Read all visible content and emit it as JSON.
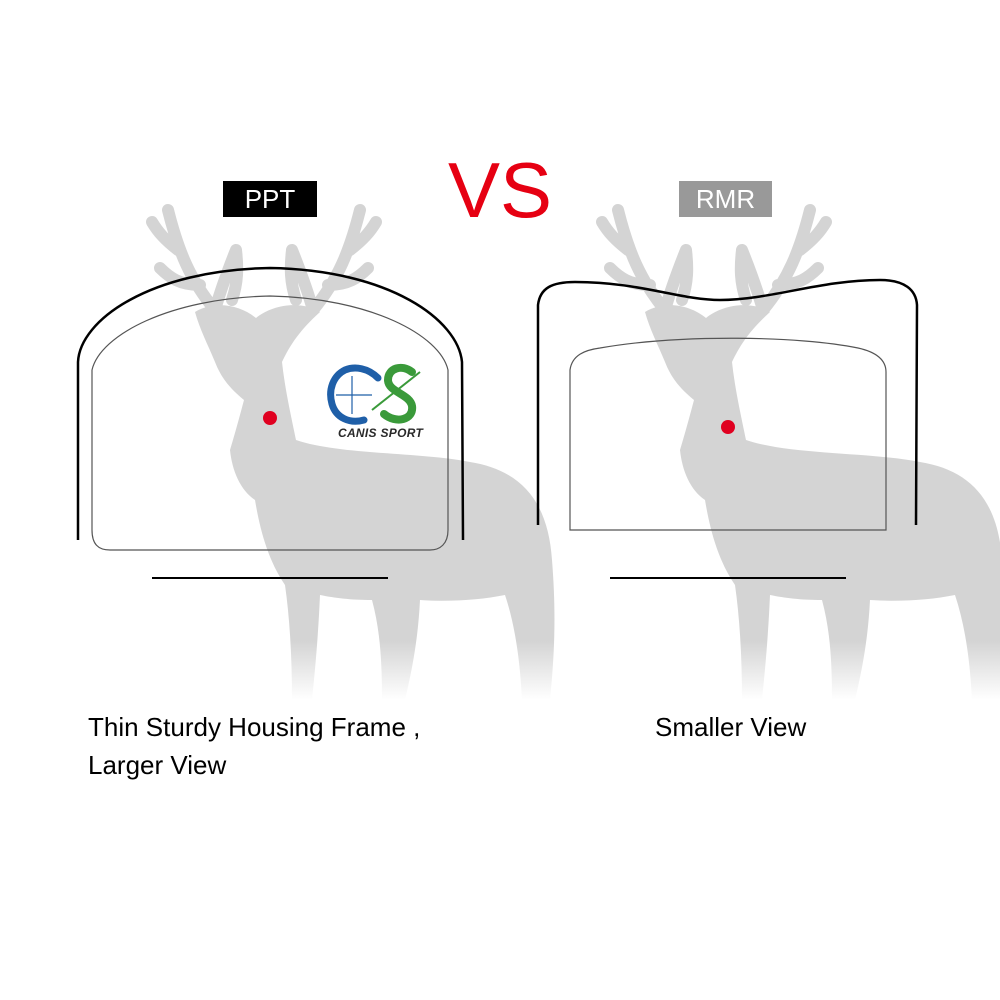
{
  "comparison": {
    "left": {
      "label": "PPT",
      "label_bg": "#000000",
      "caption_lines": [
        "Thin Sturdy Housing Frame ,",
        "Larger View"
      ]
    },
    "vs_text": "VS",
    "vs_color": "#e60012",
    "right": {
      "label": "RMR",
      "label_bg": "#999999",
      "caption": "Smaller View"
    }
  },
  "logo": {
    "text": "CANIS SPORT",
    "colors": {
      "blue": "#1f5fa8",
      "green": "#3a9a3a"
    }
  },
  "reticle_color": "#e00020",
  "silhouette_color": "#d6d6d6"
}
